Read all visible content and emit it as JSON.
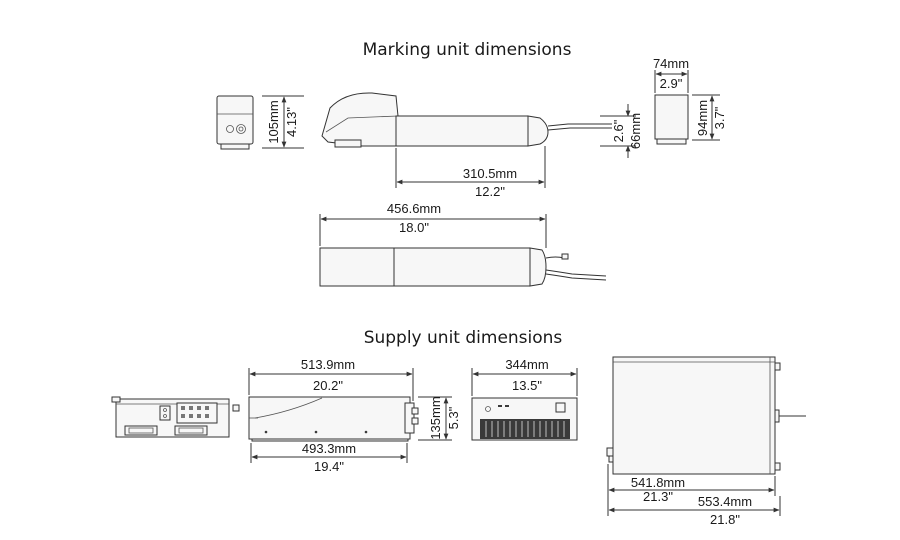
{
  "headings": {
    "marking": "Marking unit dimensions",
    "supply": "Supply unit dimensions"
  },
  "marking": {
    "height_mm": "105mm",
    "height_in": "4.13\"",
    "nozzle_mm": "66mm",
    "nozzle_in": "2.6\"",
    "body_len_mm": "310.5mm",
    "body_len_in": "12.2\"",
    "total_len_mm": "456.6mm",
    "total_len_in": "18.0\"",
    "end_width_mm": "74mm",
    "end_width_in": "2.9\"",
    "end_height_mm": "94mm",
    "end_height_in": "3.7\""
  },
  "supply": {
    "front_len_mm": "513.9mm",
    "front_len_in": "20.2\"",
    "front_inner_mm": "493.3mm",
    "front_inner_in": "19.4\"",
    "height_mm": "135mm",
    "height_in": "5.3\"",
    "side_width_mm": "344mm",
    "side_width_in": "13.5\"",
    "top_len_mm": "541.8mm",
    "top_len_in": "21.3\"",
    "top_total_mm": "553.4mm",
    "top_total_in": "21.8\""
  }
}
